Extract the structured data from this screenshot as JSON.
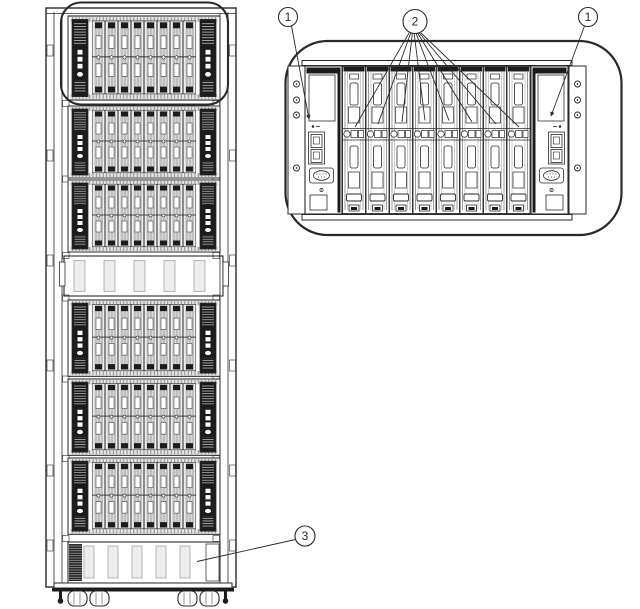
{
  "callouts": [
    {
      "label": "1",
      "position": "top-left",
      "points_to": "left-controller-module"
    },
    {
      "label": "2",
      "position": "top-center",
      "points_to": "server-blades"
    },
    {
      "label": "1",
      "position": "top-right",
      "points_to": "right-controller-module"
    },
    {
      "label": "3",
      "position": "bottom",
      "points_to": "rack-bottom-vent-tray"
    }
  ],
  "rack": {
    "chassis_count": 6,
    "blades_per_chassis": 8,
    "highlighted_chassis": "top"
  },
  "detail_view": {
    "blade_count": 8,
    "controller_panels": 2
  },
  "colors": {
    "background": "#ffffff",
    "ink": "#2a2a2a",
    "panel-dark": "#1c1c1c",
    "shade": "#d6d6d6",
    "shade-dark": "#8f8f8f",
    "vent-bg": "#ececec"
  }
}
